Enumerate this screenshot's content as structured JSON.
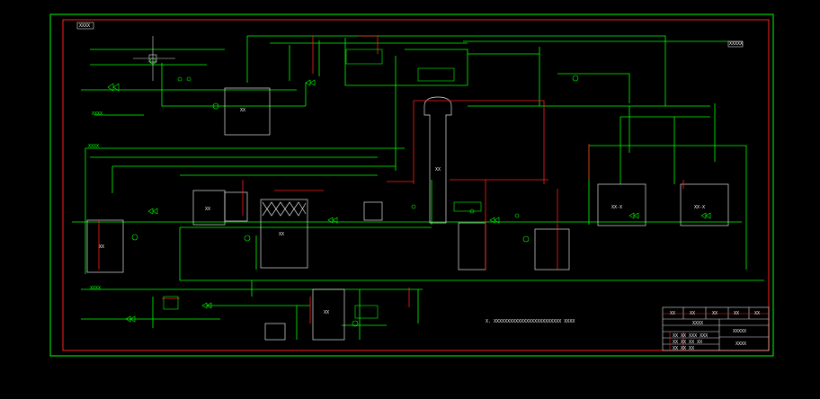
{
  "colors": {
    "background": "#000000",
    "main_line": "#00ff00",
    "secondary_line": "#e0e0e0",
    "highlight_line": "#ff2020",
    "frame": "#00ff00",
    "inner_frame": "#ff2020"
  },
  "drawing": {
    "corner_tag": "XXXX",
    "right_tag": "XXXXX",
    "left_labels": [
      "XXXX",
      "XXXX",
      "XXXX"
    ],
    "note": "X. XXXXXXXXXXXXXXXXXXXXXXXXX XXXX"
  },
  "tank_labels": [
    "XX",
    "XX",
    "XX",
    "XX",
    "XX",
    "XX",
    "XX-X",
    "XX-X"
  ],
  "title_block": {
    "top_row": [
      "XX",
      "XX",
      "XX",
      "XX",
      "XX"
    ],
    "middle": "XXXX",
    "rows": [
      "XX XX XXX XXX",
      "XX XX XX XX",
      "XX XX XX"
    ],
    "project": "XXXXX",
    "sheet": "XXXX"
  }
}
